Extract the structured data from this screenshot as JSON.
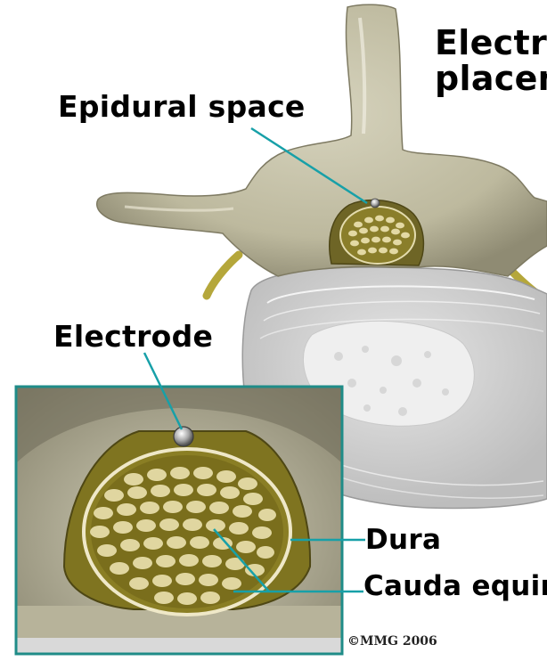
{
  "title": {
    "line1": "Electr",
    "line2": "placem"
  },
  "labels": {
    "epidural_space": "Epidural space",
    "electrode": "Electrode",
    "dura": "Dura",
    "cauda_equina": "Cauda equin"
  },
  "copyright": "©MMG 2006",
  "colors": {
    "bone": "#c2bea4",
    "bone_shadow": "#8f8b73",
    "disc": "#d6d6d6",
    "nerve": "#d9cf98",
    "dural_sac": "#7f7420",
    "leader_line": "#17a0a8",
    "inset_frame": "#1f8c88"
  }
}
